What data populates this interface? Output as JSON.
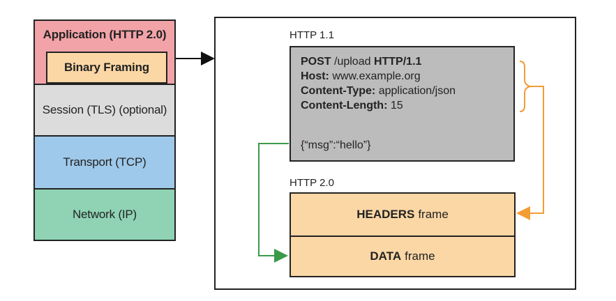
{
  "stack": {
    "application": "Application (HTTP 2.0)",
    "binary_framing": "Binary Framing",
    "session": "Session (TLS) (optional)",
    "transport": "Transport (TCP)",
    "network": "Network (IP)"
  },
  "http1": {
    "label": "HTTP 1.1",
    "line1_method": "POST",
    "line1_path": " /upload ",
    "line1_version": "HTTP/1.1",
    "host_key": "Host:",
    "host_val": " www.example.org",
    "ctype_key": "Content-Type:",
    "ctype_val": " application/json",
    "clen_key": "Content-Length:",
    "clen_val": " 15",
    "body": "{“msg”:“hello”}"
  },
  "http2": {
    "label": "HTTP 2.0",
    "headers_bold": "HEADERS",
    "headers_rest": "frame",
    "data_bold": "DATA",
    "data_rest": "frame"
  },
  "colors": {
    "application": "#f2a3a8",
    "framing": "#fbd7a5",
    "session": "#dcdcdc",
    "transport": "#9fc9ea",
    "network": "#8fd3b4",
    "http1_box": "#bcbcbc",
    "headers_arrow": "#f39c34",
    "body_arrow": "#3a9a4a"
  }
}
